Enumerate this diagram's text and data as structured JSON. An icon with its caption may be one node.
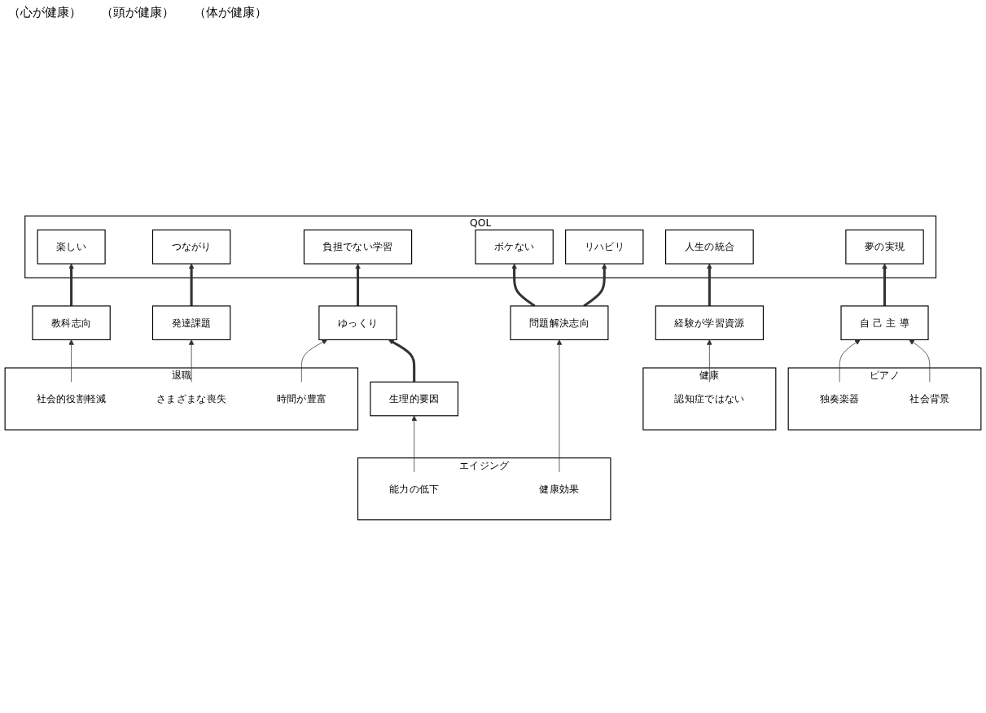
{
  "diagram": {
    "nodes": [
      {
        "text": [
          "QOL"
        ]
      },
      {
        "text": [
          "楽しい"
        ],
        "in": 0
      },
      {
        "text": [
          "つながり"
        ],
        "in": 0
      },
      {
        "text": [
          "負担でない学習"
        ],
        "in": 0
      },
      {
        "text": [
          "ボケない"
        ],
        "in": 0
      },
      {
        "text": [
          "リハビリ"
        ],
        "in": 0
      },
      {
        "text": [
          "人生の統合"
        ],
        "in": 0
      },
      {
        "text": [
          "夢の実現"
        ],
        "in": 0
      },
      {
        "text": [
          "発達課題"
        ]
      },
      {
        "text": [
          "問題解決志向"
        ]
      },
      {
        "text": [
          "教科志向"
        ]
      },
      {
        "text": [
          "ゆっくり"
        ]
      },
      {
        "text": [
          "生理的要因"
        ]
      },
      {
        "text": [
          "経験が学習資源"
        ]
      },
      {
        "text": [
          "自 己 主 導"
        ]
      },
      {
        "text": [
          "退職"
        ]
      },
      {
        "text": [
          "社会的役割軽減"
        ],
        "in": 15
      },
      {
        "text": [
          "時間が豊富"
        ],
        "in": 15
      },
      {
        "text": [
          "さまざまな喪失"
        ],
        "in": 15
      },
      {
        "text": [
          "エイジング"
        ]
      },
      {
        "text": [
          "能力の低下"
        ],
        "in": 19
      },
      {
        "text": [
          "健康効果"
        ],
        "in": 19
      },
      {
        "text": [
          "健康"
        ]
      },
      {
        "text": [
          "認知症ではない"
        ],
        "in": 22
      },
      {
        "text": [
          "ピアノ"
        ]
      },
      {
        "text": [
          "社会背景"
        ],
        "in": 24
      },
      {
        "text": [
          "独奏楽器"
        ],
        "in": 24
      }
    ],
    "edges": [
      {
        "from": 10,
        "to": 1,
        "arrow": "to",
        "style": "thick"
      },
      {
        "from": 8,
        "to": 2,
        "arrow": "to",
        "style": "thick"
      },
      {
        "from": 11,
        "to": 3,
        "arrow": "to",
        "style": "thick"
      },
      {
        "from": 9,
        "to": 4,
        "arrow": "to",
        "style": "thick"
      },
      {
        "from": 9,
        "to": 5,
        "arrow": "to",
        "style": "thick"
      },
      {
        "from": 13,
        "to": 6,
        "arrow": "to",
        "style": "thick"
      },
      {
        "from": 14,
        "to": 7,
        "arrow": "to",
        "style": "thick"
      },
      {
        "from": 12,
        "to": 11,
        "arrow": "to",
        "style": "thick"
      },
      {
        "from": 16,
        "to": 10,
        "arrow": "to"
      },
      {
        "from": 18,
        "to": 8,
        "arrow": "to"
      },
      {
        "from": 17,
        "to": 11,
        "arrow": "to"
      },
      {
        "from": 20,
        "to": 12,
        "arrow": "to"
      },
      {
        "from": 21,
        "to": 9,
        "arrow": "to"
      },
      {
        "from": 23,
        "to": 13,
        "arrow": "to"
      },
      {
        "from": 25,
        "to": 14,
        "arrow": "to"
      },
      {
        "from": 26,
        "to": 14,
        "arrow": "to"
      }
    ],
    "labels": [
      "（心が健康）",
      "（頭が健康）",
      "（体が健康）"
    ]
  }
}
